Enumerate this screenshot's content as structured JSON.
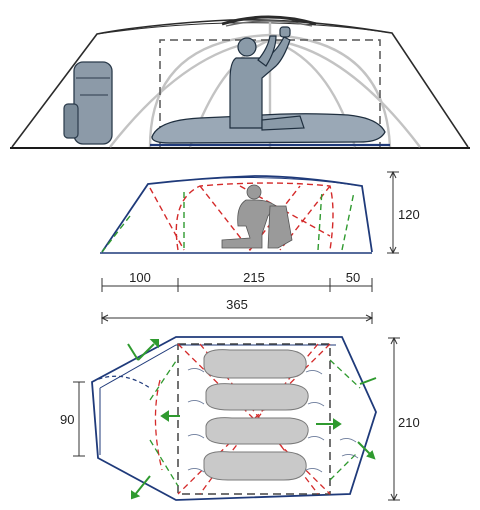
{
  "dimensions": {
    "height": "120",
    "vestibule_length": "100",
    "inner_length": "215",
    "rear_length": "50",
    "total_length": "365",
    "vestibule_depth": "90",
    "width": "210"
  },
  "colors": {
    "outline": "#1f3a7a",
    "frame_red": "#d42a2a",
    "frame_green": "#2f9a2f",
    "pole_gray": "#b9b9b9",
    "figure_gray": "#8a9aa8",
    "sleeping_bag": "#c9c9c9",
    "ground": "#1a1a1a"
  }
}
